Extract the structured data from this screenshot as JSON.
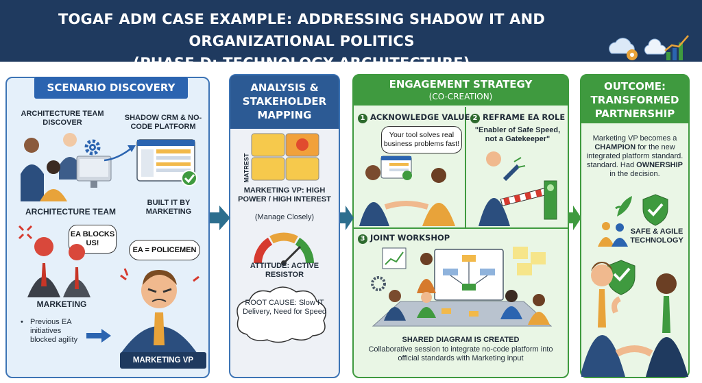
{
  "header": {
    "title_line1": "TOGAF ADM CASE EXAMPLE: ADDRESSING SHADOW IT AND ORGANIZATIONAL POLITICS",
    "title_line2": "(PHASE D: TECHNOLOGY ARCHITECTURE)"
  },
  "scenario": {
    "title": "SCENARIO DISCOVERY",
    "team_discover": "ARCHITECTURE TEAM DISCOVER",
    "shadow": "SHADOW CRM & NO-CODE PLATFORM",
    "built_by": "BUILT IT BY MARKETING",
    "team_label": "ARCHITECTURE TEAM",
    "bubble_blocks": "EA BLOCKS US!",
    "bubble_police": "EA = POLICEMEN",
    "marketing": "MARKETING",
    "bullet": "Previous EA initiatives blocked agility",
    "mvp_label": "MARKETING VP"
  },
  "analysis": {
    "title": "ANALYSIS & STAKEHOLDER MAPPING",
    "matrix_label": "MATREST",
    "vp_title": "MARKETING VP: HIGH POWER / HIGH INTEREST",
    "vp_note": "(Manage Closely)",
    "attitude": "ATTITUDE: ACTIVE RESISTOR",
    "root_cause": "ROOT CAUSE: Slow IT Delivery, Need for Speed"
  },
  "engagement": {
    "title": "ENGAGEMENT STRATEGY",
    "subtitle": "(CO-CREATION)",
    "step1_num": "1",
    "step1": "ACKNOWLEDGE VALUE",
    "step1_bubble": "Your tool solves real business problems fast!",
    "step2_num": "2",
    "step2": "REFRAME EA ROLE",
    "step2_quote": "\"Enabler of Safe Speed, not a Gatekeeper\"",
    "step3_num": "3",
    "step3": "JOINT WORKSHOP",
    "shared": "SHARED DIAGRAM IS CREATED",
    "collab": "Collaborative session to integrate no-code platform into official standards with Marketing input"
  },
  "outcome": {
    "title": "OUTCOME: TRANSFORMED PARTNERSHIP",
    "text_a": "Marketing VP becomes a ",
    "text_champion": "CHAMPION",
    "text_b": " for the new integrated platform standard. standard. Had ",
    "text_ownership": "OWNERSHIP",
    "text_c": " in the decision.",
    "safe": "SAFE & AGILE TECHNOLOGY"
  },
  "colors": {
    "navy": "#1f3a5f",
    "blue": "#2b64b0",
    "green": "#3f9a3f",
    "teal": "#2c6e8e"
  }
}
